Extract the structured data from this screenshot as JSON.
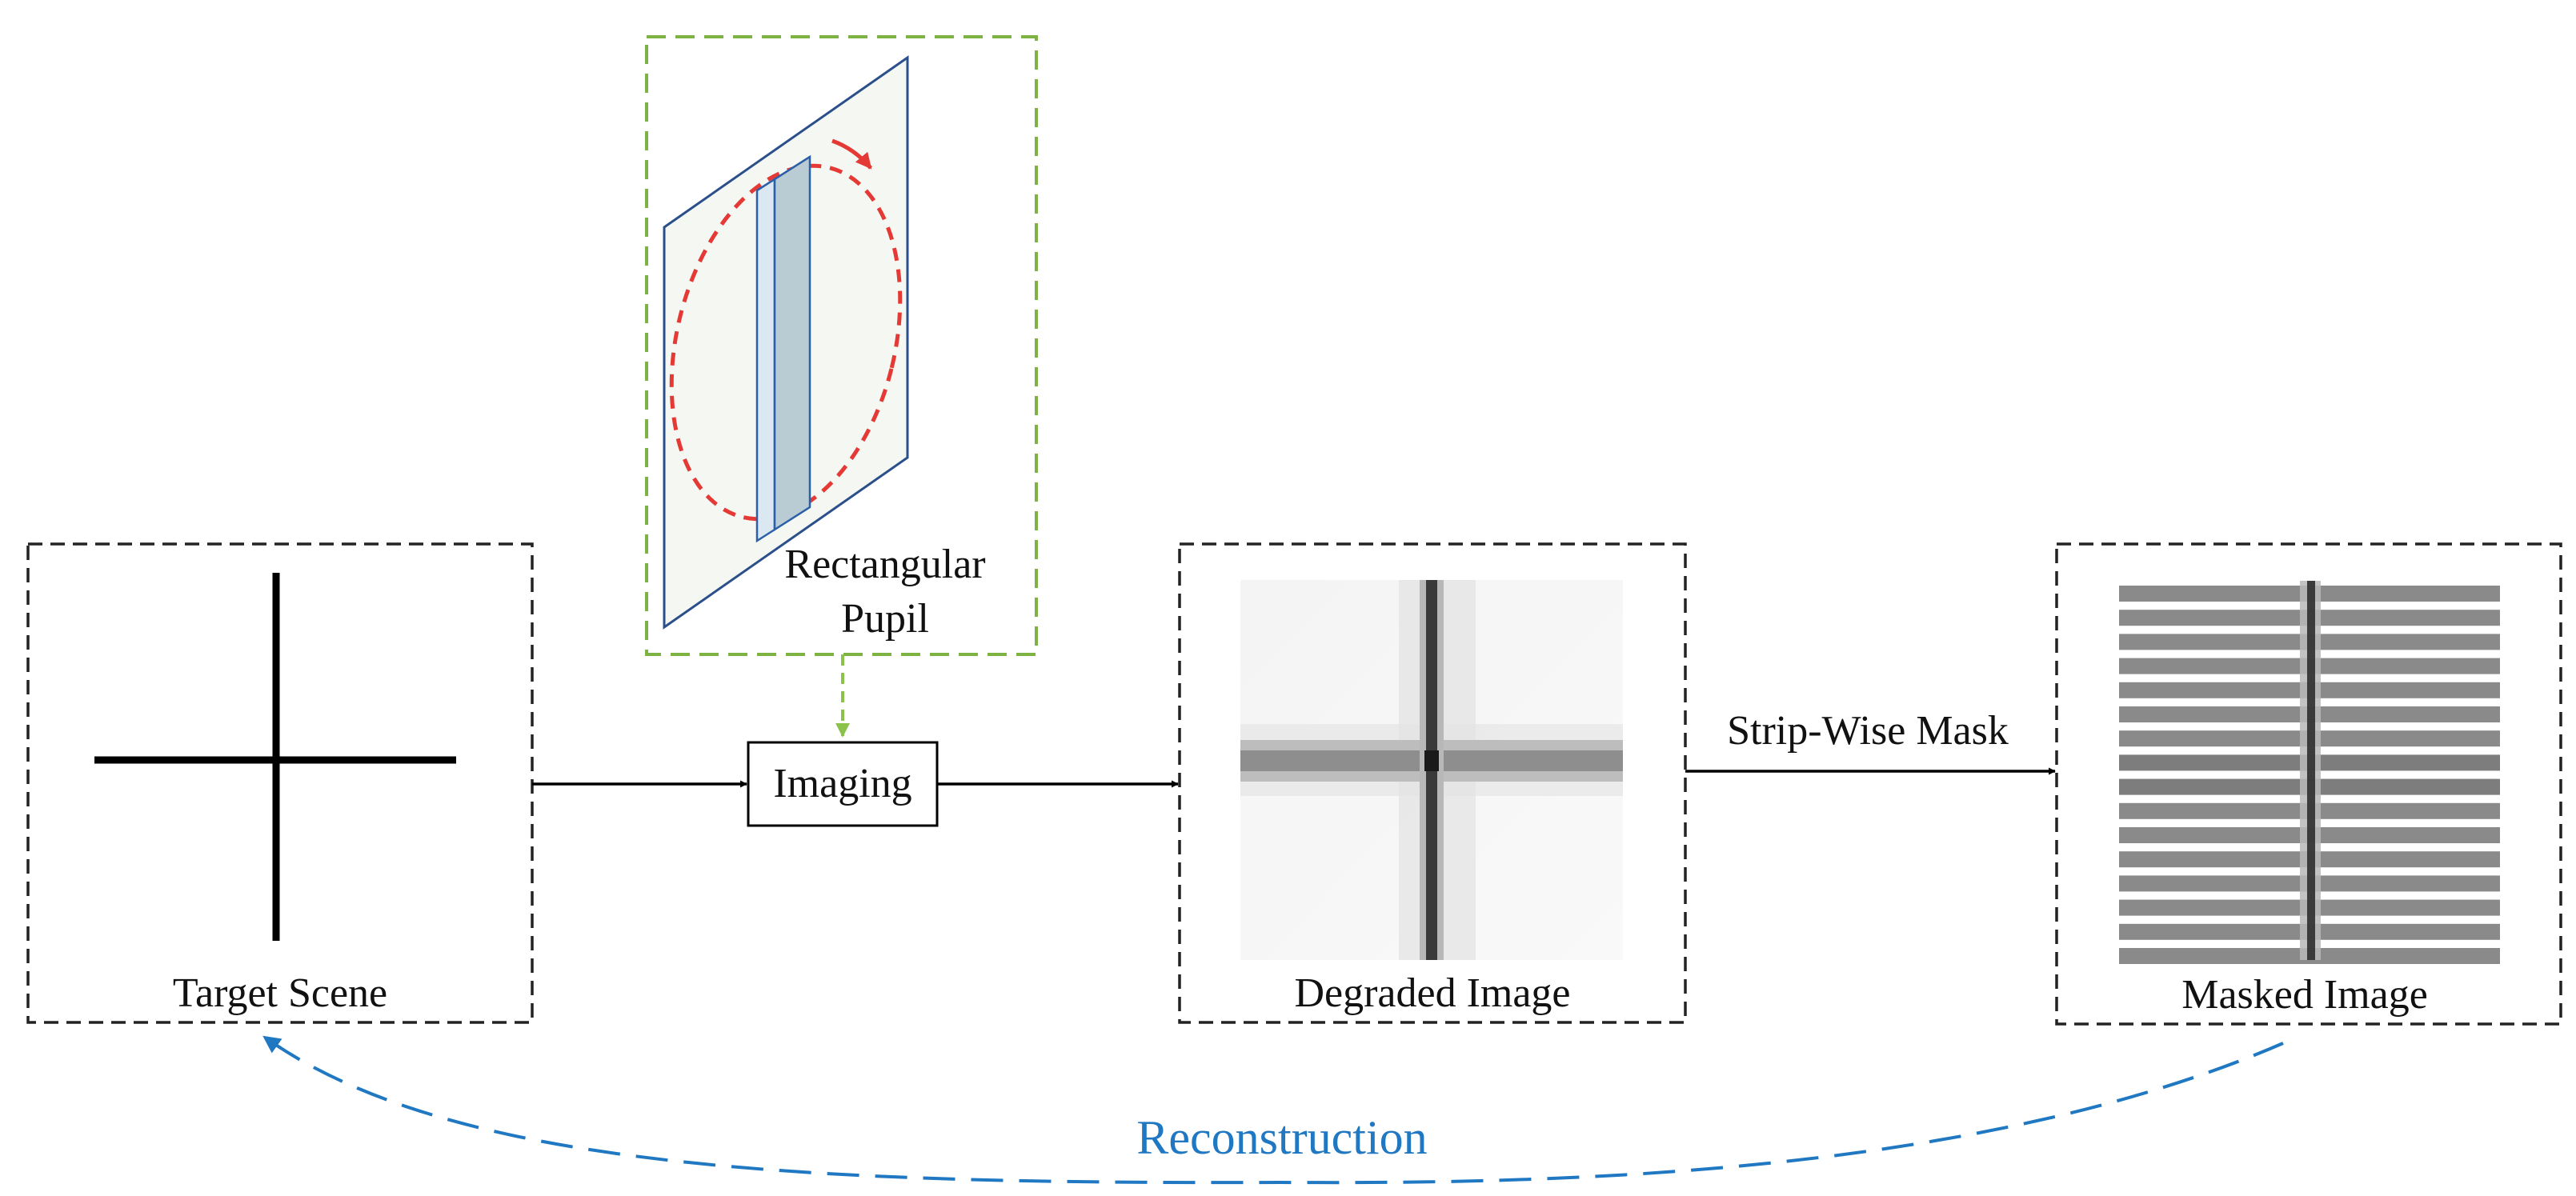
{
  "labels": {
    "target_scene": "Target Scene",
    "pupil_line1": "Rectangular",
    "pupil_line2": "Pupil",
    "imaging": "Imaging",
    "degraded_image": "Degraded Image",
    "strip_wise_mask": "Strip-Wise Mask",
    "masked_image": "Masked Image",
    "reconstruction": "Reconstruction"
  },
  "colors": {
    "pupil_frame": "#7cb342",
    "pupil_arrow": "#8bc34a",
    "reconstruction": "#1f78c1",
    "rotation_arrow": "#e53935",
    "pupil_plane_fill": "#f5f7f3",
    "pupil_plane_edge": "#2b4f8a",
    "slit_front": "#b9cbd3",
    "slit_side": "#dbe8f2"
  },
  "icons": {
    "rotation": "rotation-arrow-icon",
    "cross": "cross-target-icon"
  }
}
